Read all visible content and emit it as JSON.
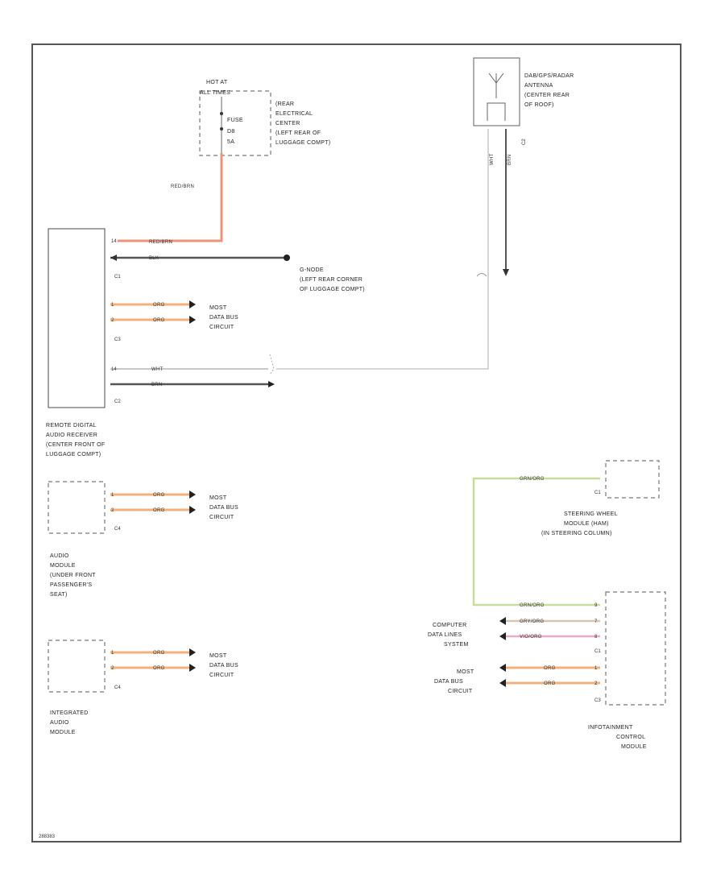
{
  "fuse_source": {
    "hot_at": "HOT AT",
    "hot_at_2": "ALL TIMES",
    "fuse_name": "FUSE",
    "fuse_code_1": "D8",
    "fuse_code_2": "5A"
  },
  "rear_electrical_center": [
    "(REAR",
    "ELECTRICAL",
    "CENTER",
    "(LEFT REAR OF",
    "LUGGAGE COMPT)"
  ],
  "antenna": [
    "DAB/GPS/RADAR",
    "ANTENNA",
    "(CENTER REAR",
    "OF ROOF)"
  ],
  "antenna_wires": [
    "WHT",
    "BRN"
  ],
  "antenna_connector": "C2",
  "feed_wire": "RED/BRN",
  "rdar": {
    "name_lines": [
      "REMOTE DIGITAL",
      "AUDIO RECEIVER",
      "(CENTER FRONT OF",
      "LUGGAGE COMPT)"
    ],
    "connectors": [
      "C1",
      "C3",
      "C2"
    ],
    "c1_wires": [
      "RED/BRN",
      "BLK"
    ],
    "c3_wires": [
      "ORG",
      "ORG"
    ],
    "c2_wires": [
      "WHT",
      "BRN"
    ]
  },
  "ground": [
    "G-NODE",
    "(LEFT REAR CORNER",
    "OF LUGGAGE COMPT)"
  ],
  "most_bus": [
    "MOST",
    "DATA BUS",
    "CIRCUIT"
  ],
  "audio_module": {
    "connector": "C4",
    "wires": [
      "ORG",
      "ORG"
    ],
    "name_lines": [
      "AUDIO",
      "MODULE",
      "(UNDER FRONT",
      "PASSENGER'S",
      "SEAT)"
    ]
  },
  "integrated_audio": {
    "connector": "C4",
    "wires": [
      "ORG",
      "ORG"
    ],
    "name_lines": [
      "INTEGRATED",
      "AUDIO",
      "MODULE"
    ]
  },
  "steering_wheel": {
    "connector": "C1",
    "name_lines": [
      "STEERING WHEEL",
      "MODULE (HAM)",
      "(IN STEERING COLUMN)"
    ]
  },
  "link_wire": "GRN/ORG",
  "infotainment": {
    "connectors": [
      "C1",
      "C3"
    ],
    "wires": [
      "GRN/ORG",
      "GRY/ORG",
      "VIO/ORG",
      "ORG",
      "ORG"
    ],
    "name_lines": [
      "INFOTAINMENT",
      "CONTROL",
      "MODULE"
    ]
  },
  "computer_data": [
    "COMPUTER",
    "DATA LINES",
    "SYSTEM"
  ],
  "footer_code": "288383",
  "colors": {
    "red_brn": "#f0907a",
    "org": "#f4b07a",
    "grn_org": "#c9dd9a",
    "gry_org": "#d9c4b2",
    "vio_org": "#f0a8c8",
    "blk": "#555555",
    "wht": "#c8c8c8"
  }
}
